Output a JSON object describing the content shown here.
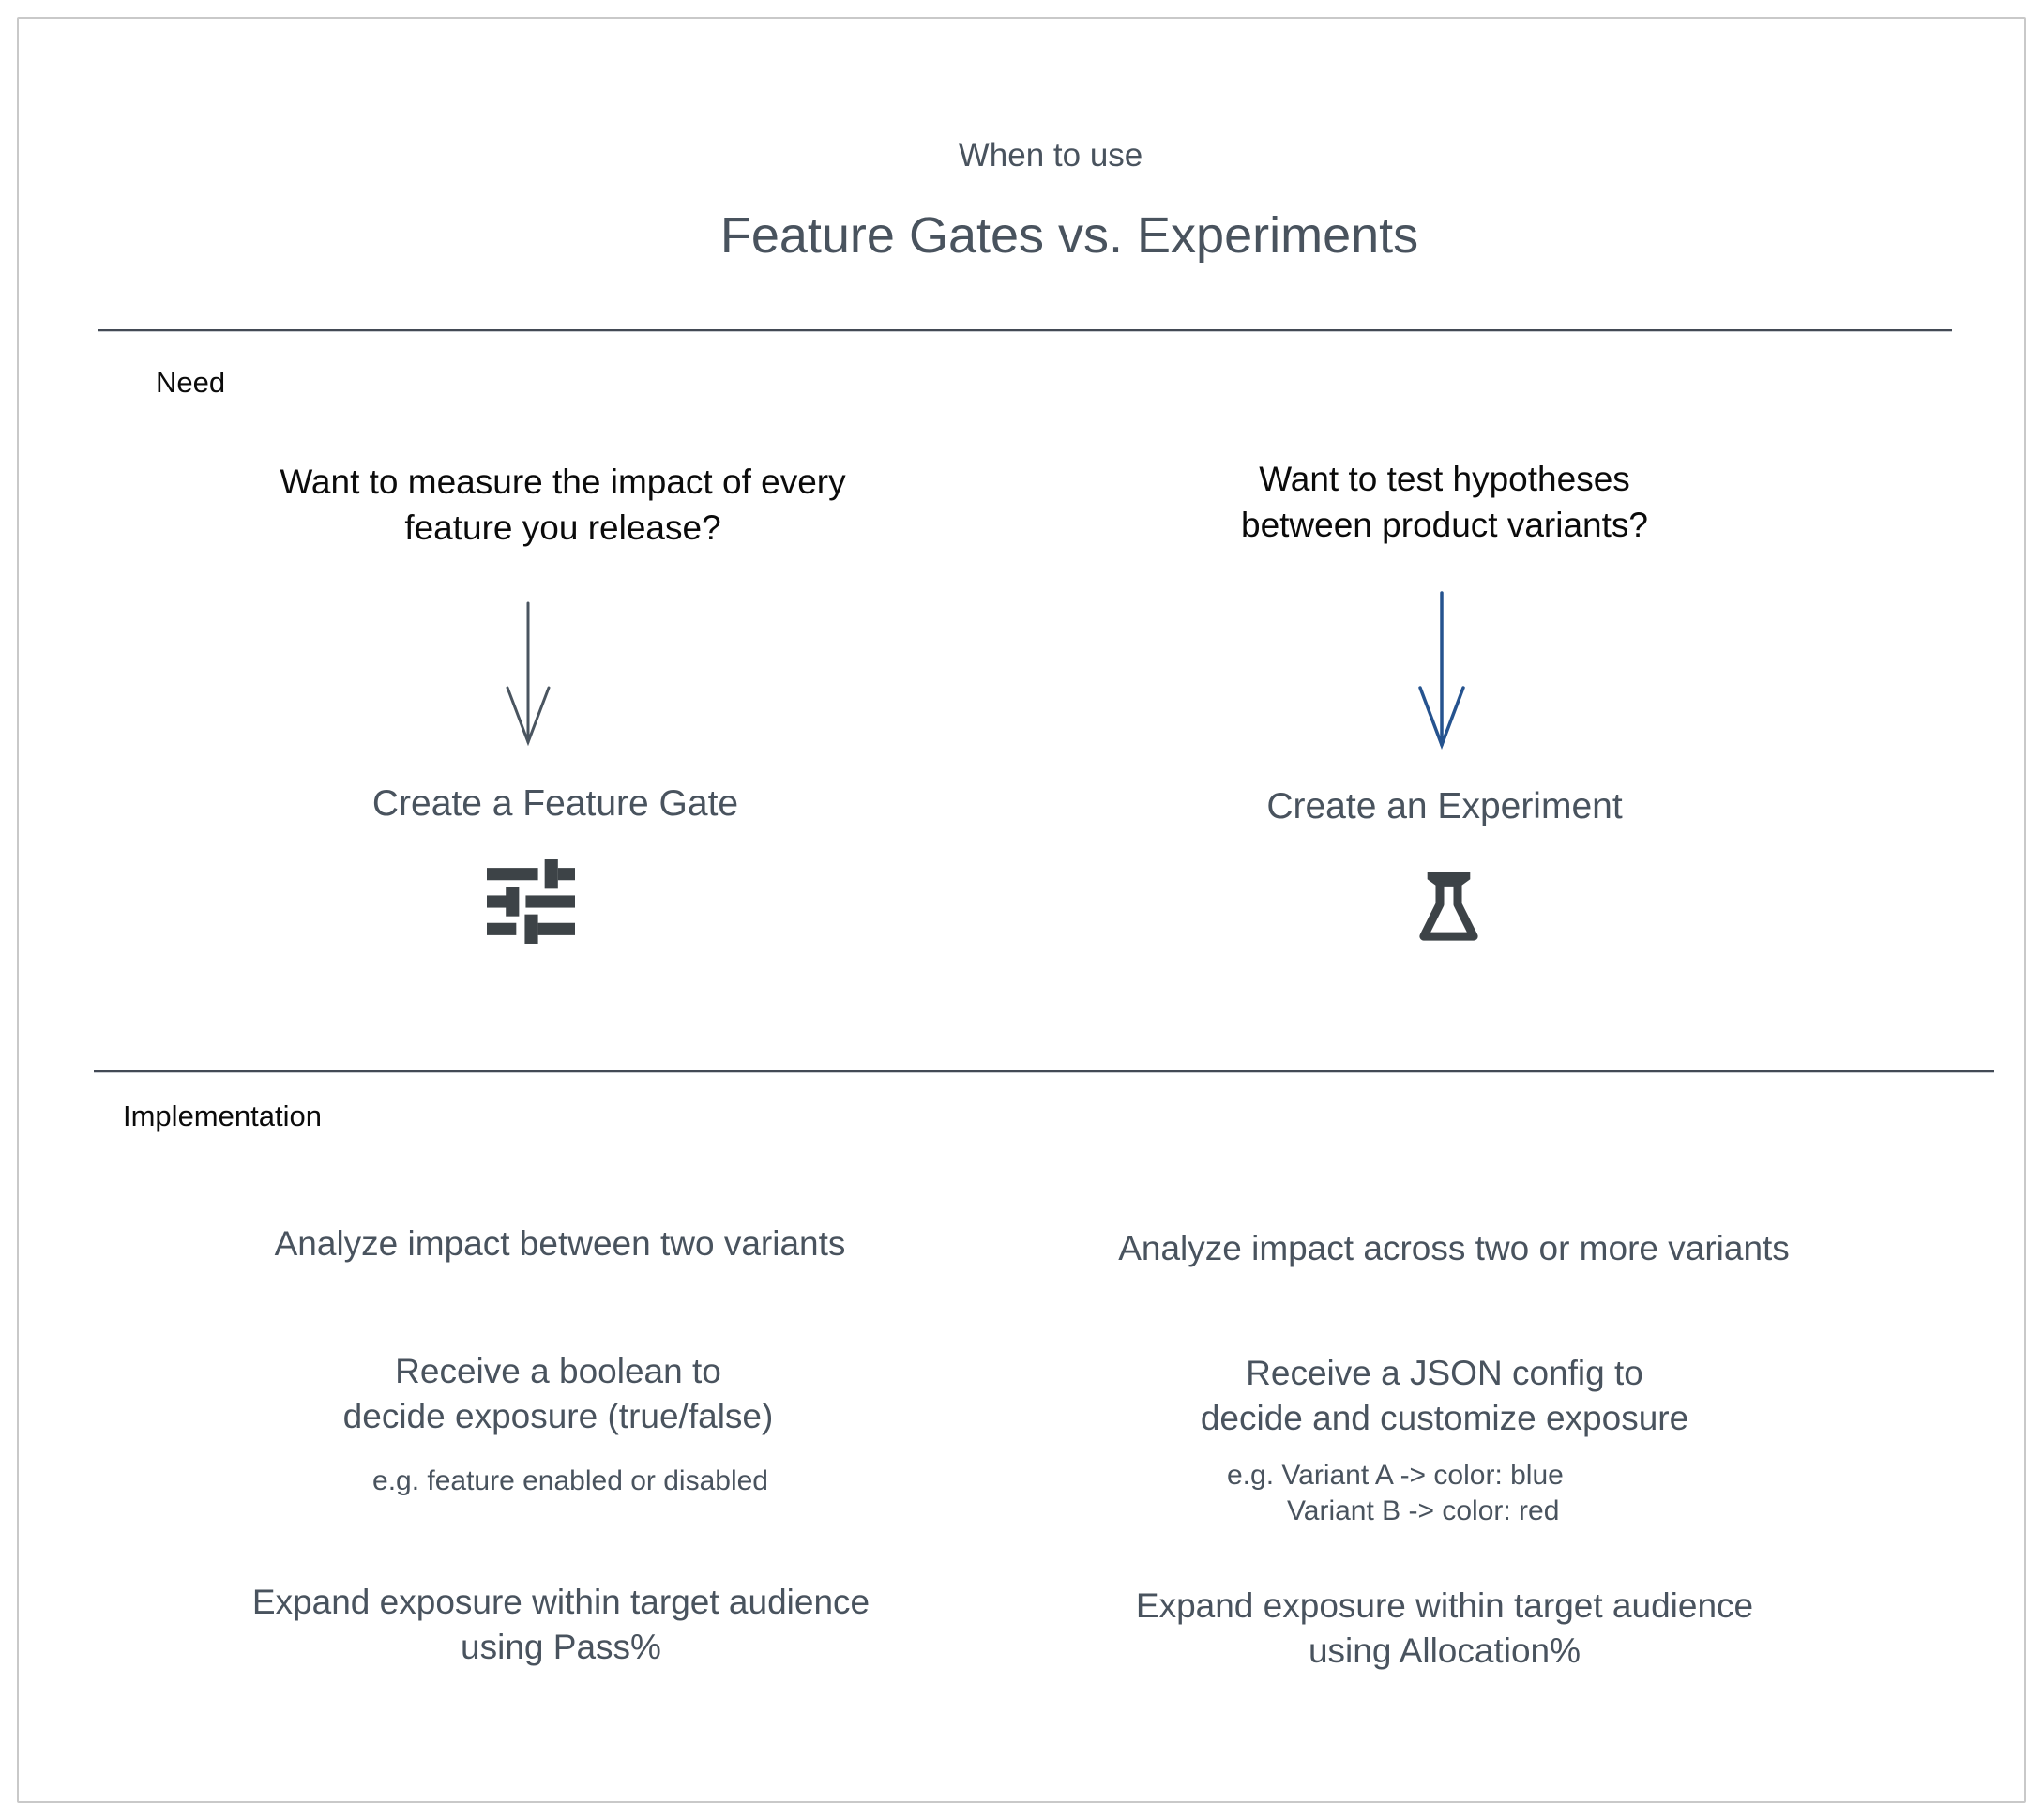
{
  "header": {
    "eyebrow": "When to use",
    "title": "Feature Gates vs. Experiments"
  },
  "need": {
    "label": "Need",
    "feature_gate": {
      "question_line1": "Want to measure the impact of every",
      "question_line2": "feature you release?",
      "action": "Create a Feature Gate",
      "icon": "sliders-icon"
    },
    "experiment": {
      "question_line1": "Want to test hypotheses",
      "question_line2": "between product variants?",
      "action": "Create an Experiment",
      "icon": "flask-icon"
    }
  },
  "implementation": {
    "label": "Implementation",
    "feature_gate": {
      "analyze": "Analyze impact between two variants",
      "receive_line1": "Receive a boolean to",
      "receive_line2": "decide exposure (true/false)",
      "example_line1": "e.g. feature enabled or disabled",
      "expand_line1": "Expand exposure within target audience",
      "expand_line2": "using Pass%"
    },
    "experiment": {
      "analyze": "Analyze impact across two or more variants",
      "receive_line1": "Receive a JSON config to",
      "receive_line2": "decide and customize exposure",
      "example_line1": "e.g. Variant A -> color: blue",
      "example_line2": "Variant B -> color: red",
      "expand_line1": "Expand exposure within target audience",
      "expand_line2": "using Allocation%"
    }
  },
  "colors": {
    "slate_text": "#49535E",
    "black_text": "#0B0B0B",
    "icon_charcoal": "#3D4347",
    "arrow_gray": "#4A5560",
    "arrow_blue": "#25538F",
    "divider": "#434A55",
    "frame_border": "#C9C9C9"
  }
}
